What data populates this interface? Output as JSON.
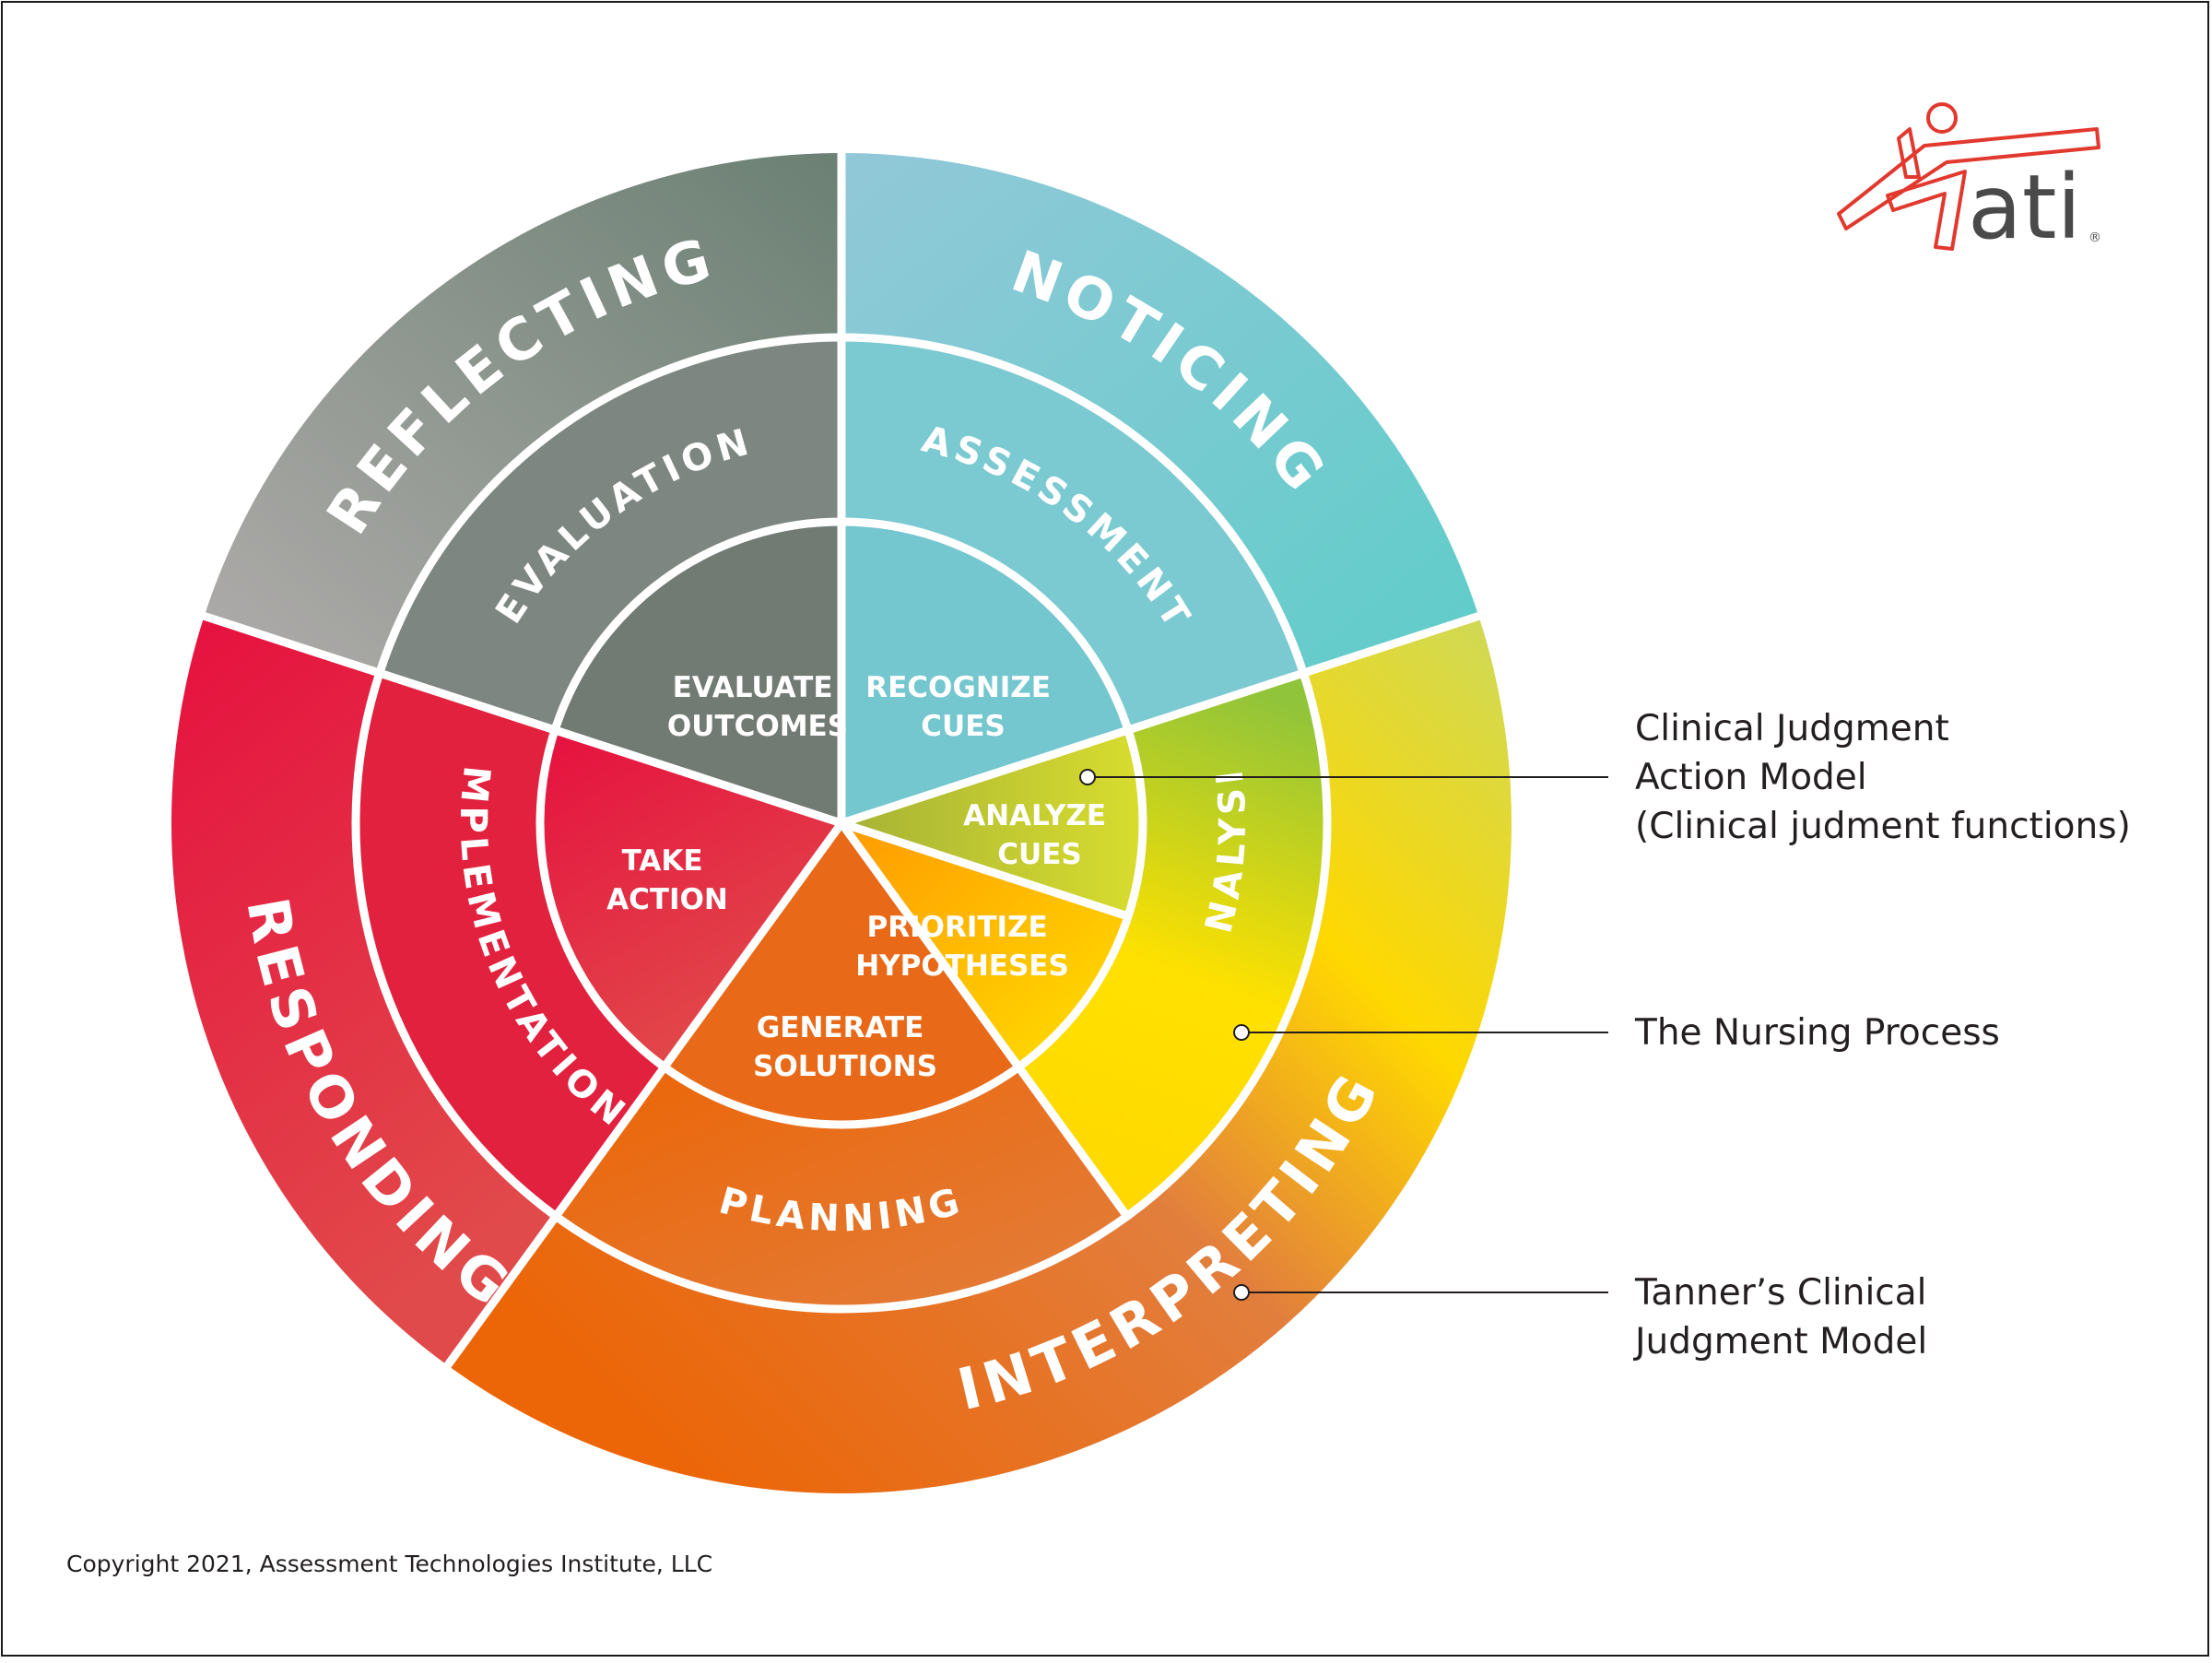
{
  "outer_ring": {
    "reflecting": "REFLECTING",
    "noticing": "NOTICING",
    "interpreting": "INTERPRETING",
    "responding": "RESPONDING"
  },
  "middle_ring": {
    "evaluation": "EVALUATION",
    "assessment": "ASSESSMENT",
    "analysis": "ANALYSIS",
    "planning": "PLANNING",
    "implementation": "IMPLEMENTATION"
  },
  "inner_ring": {
    "evaluate_outcomes": [
      "EVALUATE",
      "OUTCOMES"
    ],
    "recognize_cues": [
      "RECOGNIZE",
      "CUES"
    ],
    "analyze_cues": [
      "ANALYZE",
      "CUES"
    ],
    "prioritize_hypotheses": [
      "PRIORITIZE",
      "HYPOTHESES"
    ],
    "generate_solutions": [
      "GENERATE",
      "SOLUTIONS"
    ],
    "take_action": [
      "TAKE",
      "ACTION"
    ]
  },
  "callouts": {
    "clinical_judgment": [
      "Clinical Judgment",
      "Action Model",
      "(Clinical judment functions)"
    ],
    "nursing_process": [
      "The Nursing Process"
    ],
    "tanner": [
      "Tanner’s Clinical",
      "Judgment Model"
    ]
  },
  "logo": {
    "text": "ati",
    "registered": "®"
  },
  "copyright": "Copyright 2021, Assessment Technologies Institute, LLC",
  "colors": {
    "reflecting": [
      "#b0acab",
      "#6b8073"
    ],
    "noticing": [
      "#92c8d8",
      "#5fcdc9"
    ],
    "interpreting": [
      "#ec6506",
      "#ffd800",
      "#cdd95a"
    ],
    "responding": [
      "#e6103f",
      "#e14a4a"
    ],
    "analysis": [
      "#90c43a",
      "#ffe100"
    ],
    "planning": [
      "#ec6506",
      "#e27e3d"
    ],
    "logo_red": "#e2392f",
    "logo_gray": "#4a4a4a"
  }
}
